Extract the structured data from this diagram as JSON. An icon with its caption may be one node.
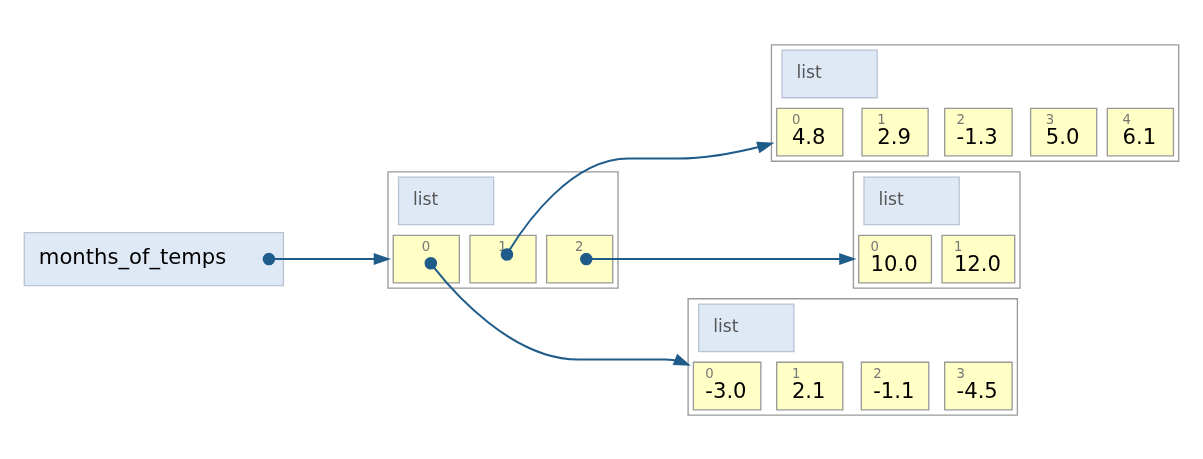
{
  "diagram": {
    "nodes": [
      {
        "text": [
          "months_of_temps"
        ]
      },
      {
        "text": [
          "list"
        ]
      },
      {
        "text": [
          "0"
        ],
        "in": 1
      },
      {
        "text": [
          "1"
        ],
        "in": 1
      },
      {
        "text": [
          "2"
        ],
        "in": 1
      },
      {
        "text": [
          "list"
        ]
      },
      {
        "text": [
          "0",
          "-3.0"
        ],
        "in": 5
      },
      {
        "text": [
          "1",
          "2.1"
        ],
        "in": 5
      },
      {
        "text": [
          "2",
          "-1.1"
        ],
        "in": 5
      },
      {
        "text": [
          "3",
          "-4.5"
        ],
        "in": 5
      },
      {
        "text": [
          "list"
        ]
      },
      {
        "text": [
          "0",
          "4.8"
        ],
        "in": 10
      },
      {
        "text": [
          "1",
          "2.9"
        ],
        "in": 10
      },
      {
        "text": [
          "2",
          "-1.3"
        ],
        "in": 10
      },
      {
        "text": [
          "3",
          "5.0"
        ],
        "in": 10
      },
      {
        "text": [
          "4",
          "6.1"
        ],
        "in": 10
      },
      {
        "text": [
          "list"
        ]
      },
      {
        "text": [
          "0",
          "10.0"
        ],
        "in": 16
      },
      {
        "text": [
          "1",
          "12.0"
        ],
        "in": 16
      }
    ],
    "edges": [
      {
        "from": 0,
        "to": 1,
        "arrow": "to"
      },
      {
        "from": 2,
        "to": 5,
        "arrow": "to"
      },
      {
        "from": 3,
        "to": 10,
        "arrow": "to"
      },
      {
        "from": 4,
        "to": 16,
        "arrow": "to"
      }
    ]
  }
}
